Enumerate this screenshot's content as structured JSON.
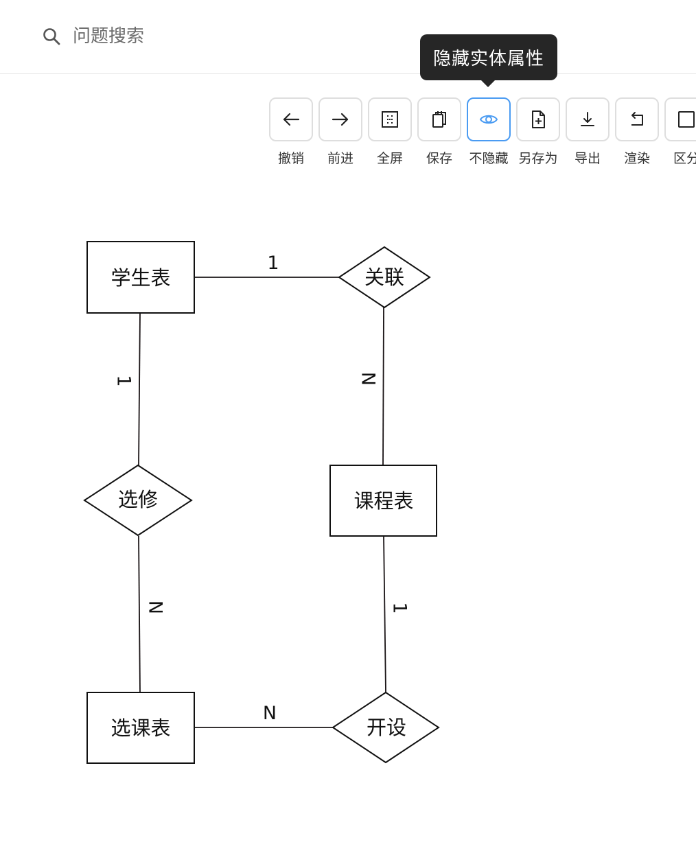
{
  "search": {
    "placeholder": "问题搜索",
    "value": ""
  },
  "tooltip": {
    "text": "隐藏实体属性"
  },
  "toolbar": {
    "buttons": [
      {
        "name": "undo",
        "label": "撤销",
        "icon": "arrow-left-icon"
      },
      {
        "name": "redo",
        "label": "前进",
        "icon": "arrow-right-icon"
      },
      {
        "name": "fullscreen",
        "label": "全屏",
        "icon": "fullscreen-icon"
      },
      {
        "name": "save",
        "label": "保存",
        "icon": "clipboard-icon"
      },
      {
        "name": "toggle-attributes",
        "label": "不隐藏",
        "icon": "eye-icon",
        "active": true
      },
      {
        "name": "save-as",
        "label": "另存为",
        "icon": "file-plus-icon"
      },
      {
        "name": "export",
        "label": "导出",
        "icon": "download-icon"
      },
      {
        "name": "render",
        "label": "渲染",
        "icon": "return-icon"
      },
      {
        "name": "distinguish",
        "label": "区分",
        "icon": "square-icon"
      }
    ],
    "active_color": "#4a9bf2"
  },
  "diagram": {
    "entities": [
      {
        "id": "student",
        "label": "学生表"
      },
      {
        "id": "course",
        "label": "课程表"
      },
      {
        "id": "selection",
        "label": "选课表"
      }
    ],
    "relationships": [
      {
        "id": "association",
        "label": "关联"
      },
      {
        "id": "enroll",
        "label": "选修"
      },
      {
        "id": "offer",
        "label": "开设"
      }
    ],
    "edges": [
      {
        "from": "student",
        "to": "association",
        "cardinality": "1"
      },
      {
        "from": "association",
        "to": "course",
        "cardinality": "N"
      },
      {
        "from": "student",
        "to": "enroll",
        "cardinality": "1"
      },
      {
        "from": "enroll",
        "to": "selection",
        "cardinality": "N"
      },
      {
        "from": "course",
        "to": "offer",
        "cardinality": "1"
      },
      {
        "from": "selection",
        "to": "offer",
        "cardinality": "N"
      }
    ]
  }
}
